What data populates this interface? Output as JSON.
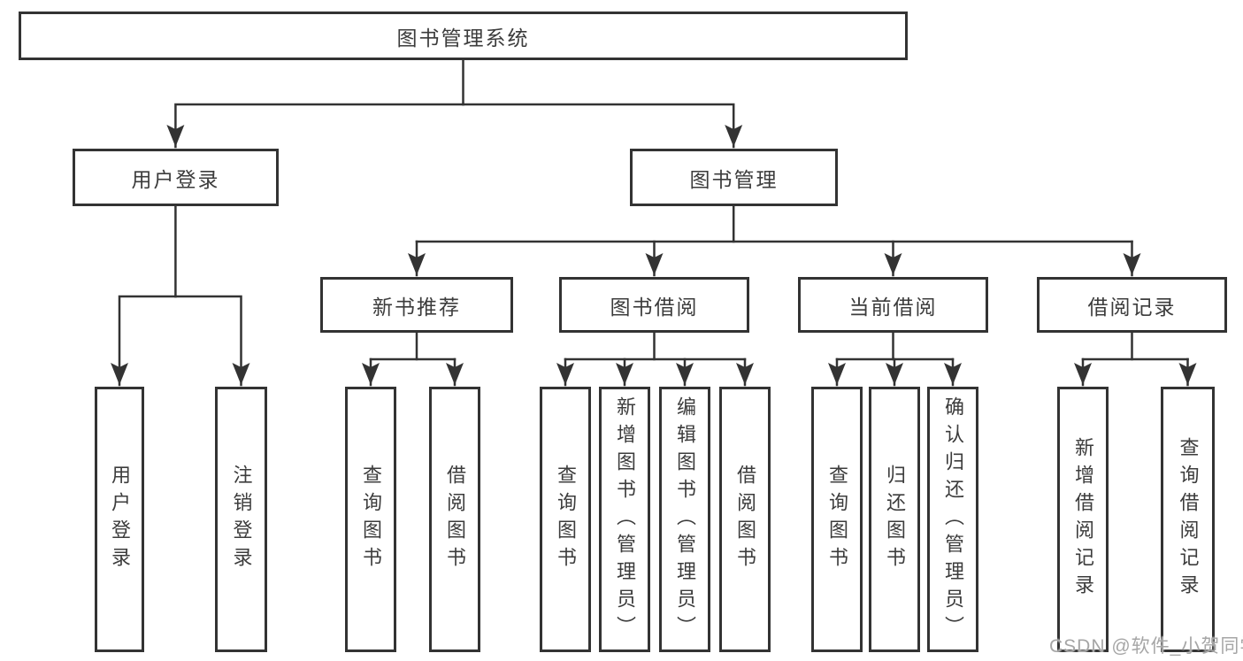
{
  "diagram": {
    "root": {
      "label": "图书管理系统"
    },
    "branches": [
      {
        "label": "用户登录",
        "children": [
          {
            "label": "用户登录"
          },
          {
            "label": "注销登录"
          }
        ]
      },
      {
        "label": "图书管理",
        "children": [
          {
            "label": "新书推荐",
            "children": [
              {
                "label": "查询图书"
              },
              {
                "label": "借阅图书"
              }
            ]
          },
          {
            "label": "图书借阅",
            "children": [
              {
                "label": "查询图书"
              },
              {
                "label": "新增图书（管理员）"
              },
              {
                "label": "编辑图书（管理员）"
              },
              {
                "label": "借阅图书"
              }
            ]
          },
          {
            "label": "当前借阅",
            "children": [
              {
                "label": "查询图书"
              },
              {
                "label": "归还图书"
              },
              {
                "label": "确认归还（管理员）"
              }
            ]
          },
          {
            "label": "借阅记录",
            "children": [
              {
                "label": "新增借阅记录"
              },
              {
                "label": "查询借阅记录"
              }
            ]
          }
        ]
      }
    ]
  },
  "watermark": {
    "text": "CSDN @软件_小贺同学"
  },
  "colors": {
    "line": "#333333",
    "box_border": "#333333",
    "text": "#3c3c3c",
    "background": "#ffffff",
    "watermark": "#a6a6a6"
  }
}
